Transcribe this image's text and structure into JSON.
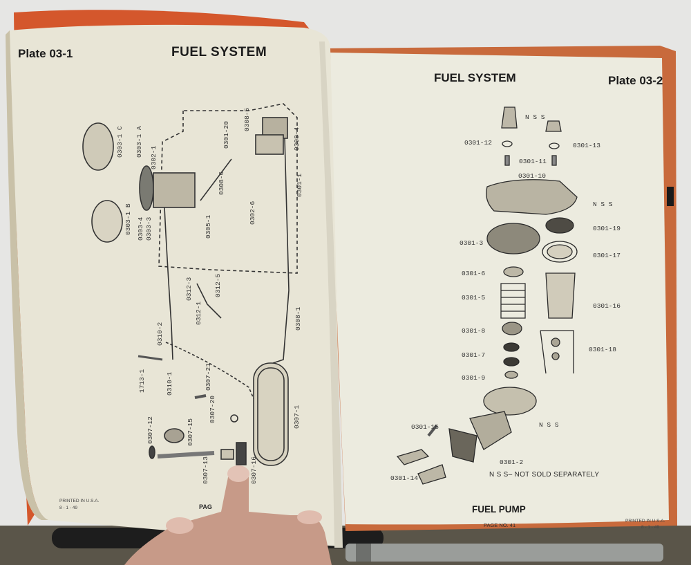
{
  "left_page": {
    "plate": "Plate 03-1",
    "title": "FUEL SYSTEM",
    "callouts": [
      "0303-1 C",
      "0303-1 A",
      "0302-1",
      "0303-1 B",
      "0303-4",
      "0303-3",
      "0301-20",
      "0308-5",
      "0308-4",
      "0308-6",
      "0301-1",
      "0302-6",
      "0305-1",
      "0312-3",
      "0312-5",
      "0312-1",
      "0308-1",
      "0310-2",
      "0310-1",
      "1713-1",
      "0307-21",
      "0307-20",
      "0307-12",
      "0307-15",
      "0307-13",
      "0307-16",
      "0307-1"
    ],
    "printed": "PRINTED IN U.S.A.",
    "date": "8 - 1 - 49",
    "page_fragment": "PAG"
  },
  "right_page": {
    "title": "FUEL SYSTEM",
    "plate": "Plate 03-2",
    "callouts": {
      "nss_top": "N S S",
      "p12": "0301-12",
      "p13": "0301-13",
      "p11": "0301-11",
      "p10": "0301-10",
      "nss_mid": "N S S",
      "p19": "0301-19",
      "p3": "0301-3",
      "p17": "0301-17",
      "p6": "0301-6",
      "p5": "0301-5",
      "p16": "0301-16",
      "p8": "0301-8",
      "p18": "0301-18",
      "p7": "0301-7",
      "p9": "0301-9",
      "p15": "0301-15",
      "nss_low": "N S S",
      "p2": "0301-2",
      "p14": "0301-14"
    },
    "note": "N S S– NOT SOLD SEPARATELY",
    "caption": "FUEL PUMP",
    "page_no": "PAGE NO. 41",
    "printed": "PRINTED IN U.S.A.",
    "date": "8 - 1 - 49"
  },
  "colors": {
    "paper_left": "#e9e6d8",
    "paper_right": "#ecebdf",
    "edge": "#d2572e",
    "ink": "#2a2a2a"
  }
}
